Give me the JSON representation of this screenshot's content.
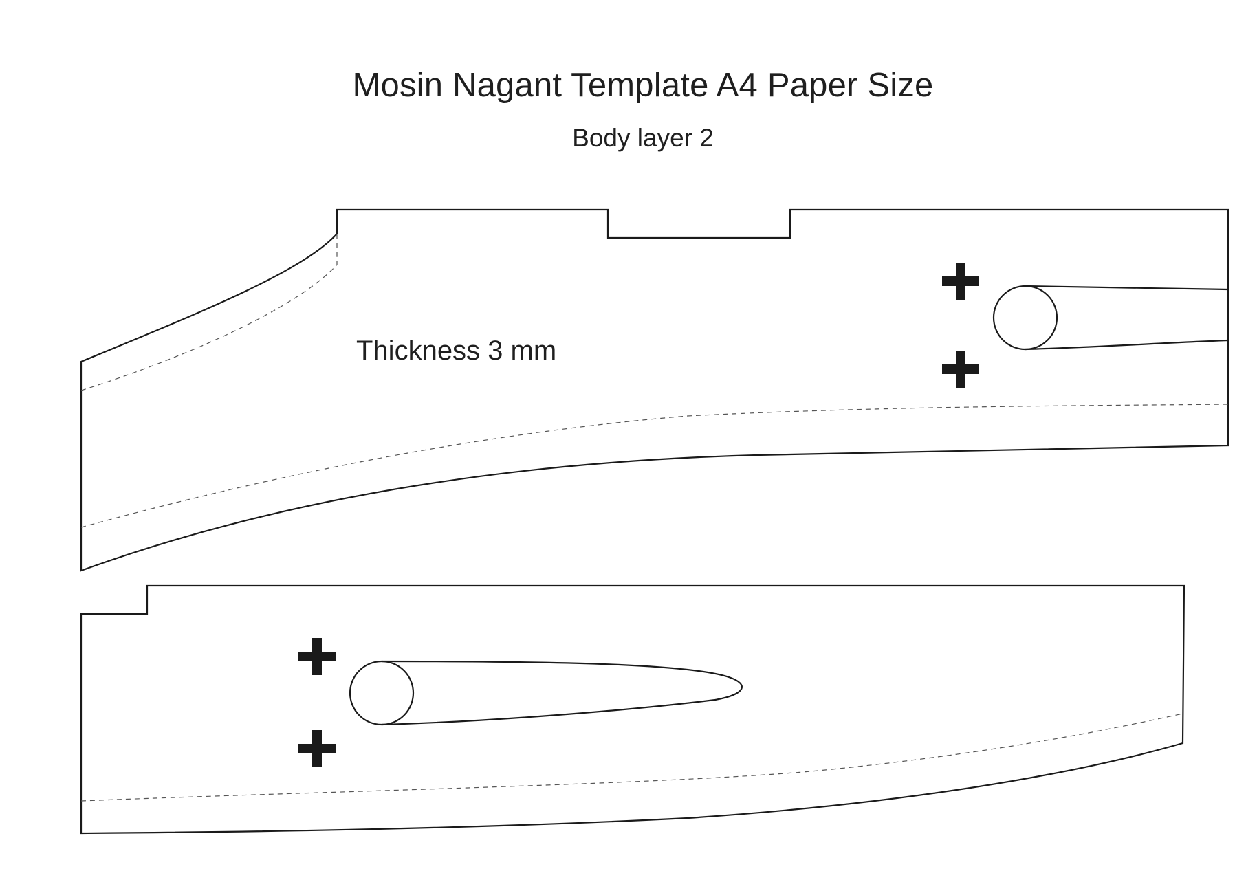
{
  "title": "Mosin Nagant Template A4 Paper Size",
  "subtitle": "Body layer 2",
  "annotation": {
    "thickness": "Thickness 3 mm"
  },
  "colors": {
    "line": "#1a1a1a",
    "text": "#1f1f1f",
    "background": "#ffffff"
  },
  "icons": {
    "registration_mark": "cross-registration-mark-icon"
  }
}
